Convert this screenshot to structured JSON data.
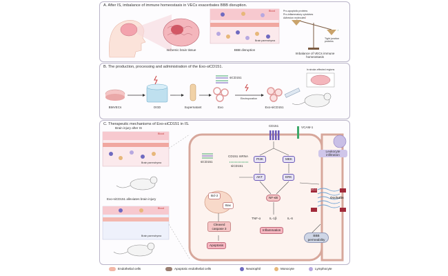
{
  "panelA": {
    "title": "A. After IS, imbalance of immune homeostasis in VECs exacerbates BBB disruption.",
    "ischemic_label": "Ischemic brain tissue",
    "bbb_label": "BBB disruption",
    "blood_label": "Blood",
    "parenchyma_label": "Brain parenchyma",
    "pro_labels": [
      "Pro-apoptotic proteins",
      "Pro-inflammatory cytokines",
      "Adhesion molecules"
    ],
    "tight_label": "Tight junction proteins",
    "imbalance_label": "Imbalance of VECs immune homeostasis"
  },
  "panelB": {
    "title": "B. The production, processing and administration of the Exo-siCD151.",
    "steps": [
      "BMVECs",
      "OGD",
      "Supernatant",
      "Exo",
      "Exo-siCD151"
    ],
    "sicd151_label": "siCD151",
    "electroporation_label": "Electroporation",
    "stroke_label": "In stroke-effected regions"
  },
  "panelC": {
    "title": "C. Therapeutic mechanisms of Exo-siCD151 in IS.",
    "injury_label": "Brain injury after IS",
    "alleviates_label": "Exo-siCD151 alleviates brain injury",
    "blood_label": "Blood",
    "parenchyma_label": "Brain parenchyma",
    "sicd151_label": "siCD151",
    "mrna_label": "CD151 mRNA",
    "sicd151_label2": "siCD151",
    "cd151_label": "CD151",
    "vcam_label": "VCAM-1",
    "leukocyte_label": "Leukocyte infiltration",
    "pi3k_label": "PI3K",
    "mek_label": "MEK",
    "akt_label": "AKT",
    "erk_label": "ERK",
    "bcl2_label": "Bcl-2",
    "bax_label": "Bax",
    "caspase_label": "Cleaved caspase 3",
    "apoptosis_label": "Apoptosis",
    "nfkb_label": "NF-κB",
    "cytokines": [
      "TNF-α",
      "IL-1β",
      "IL-6"
    ],
    "inflammation_label": "Inflammation",
    "occludin_label": "Occludin",
    "zo1_label": "ZO-1",
    "bbb_perm_label": "BBB permeability"
  },
  "legend": {
    "items": [
      "Endothelial cells",
      "Apoptotic endothelial cells",
      "Neutrophil",
      "Monocyte",
      "Lymphocyte"
    ],
    "colors": [
      "#f2b8a8",
      "#9a7f72",
      "#6f6ac0",
      "#e7b77a",
      "#b7a8e0"
    ]
  },
  "colors": {
    "panel_border": "#b9b3c8",
    "blood_red": "#c73a3a",
    "purple": "#6b59b8",
    "pink": "#e98ca5",
    "cell_border": "#c9a7ad",
    "green": "#3ea86a"
  }
}
